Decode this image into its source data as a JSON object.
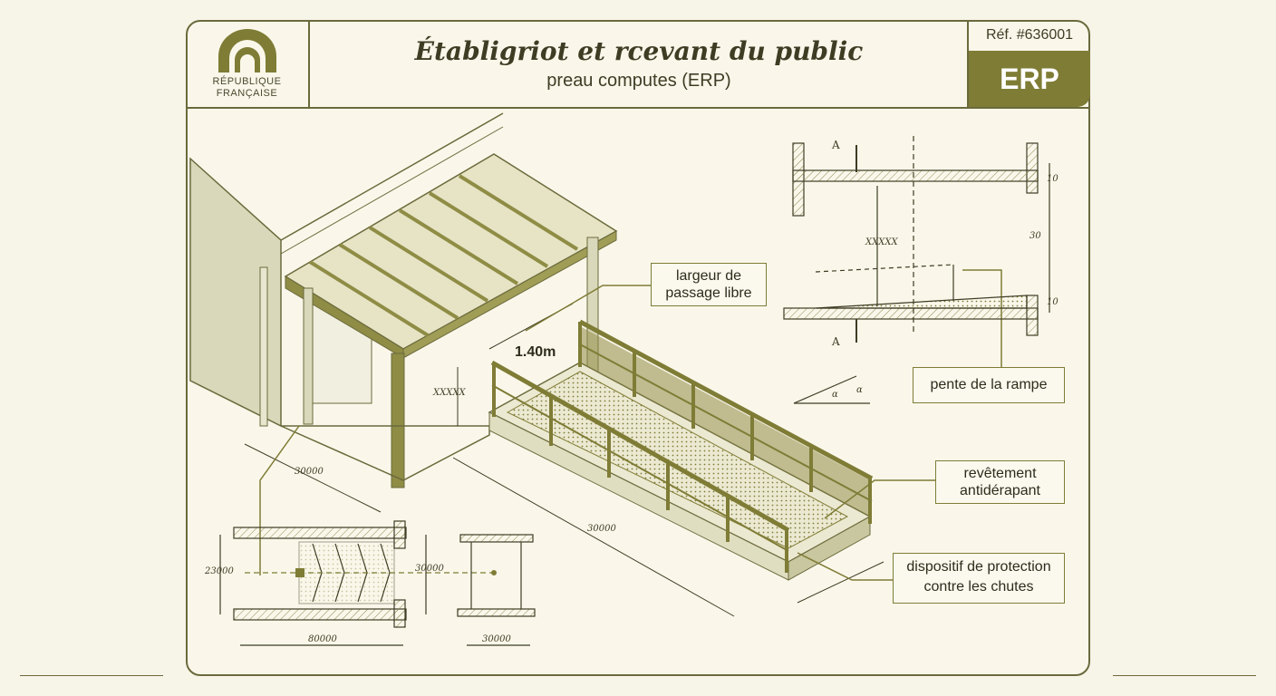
{
  "header": {
    "logo_line1": "RÉPUBLIQUE",
    "logo_line2": "FRANÇAISE",
    "title": "Établigriot et rcevant du public",
    "subtitle": "preau computes (ERP)",
    "ref": "Réf. #636001",
    "badge": "ERP"
  },
  "callouts": {
    "passage": "largeur de passage libre",
    "pente": "pente de la rampe",
    "revetement": "revêtement antidérapant",
    "dispositif": "dispositif de protection contre les chutes"
  },
  "dimensions": {
    "width_main": "1.40m",
    "ramp_height": "XXXXX",
    "base_width": "30000",
    "ramp_length": "30000",
    "plan_left": "23000",
    "plan_right": "30000",
    "plan_bottom": "80000",
    "section_bottom": "30000",
    "section_height": "XXXXX",
    "section_top": "10",
    "section_mid": "30",
    "section_low": "10",
    "section_mark_a": "A",
    "angle_label": "α",
    "angle_label2": "α"
  },
  "colors": {
    "line": "#6b6a3c",
    "accent": "#7f7c36",
    "paper": "#faf7ea"
  }
}
